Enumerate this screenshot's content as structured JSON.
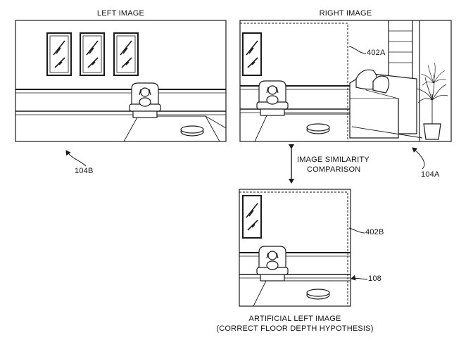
{
  "labels": {
    "left_title": "LEFT IMAGE",
    "right_title": "RIGHT IMAGE",
    "ref_104b": "104B",
    "ref_104a": "104A",
    "ref_402a": "402A",
    "ref_402b": "402B",
    "ref_108": "108",
    "comparison_line1": "IMAGE SIMILARITY",
    "comparison_line2": "COMPARISON",
    "artificial_line1": "ARTIFICIAL LEFT IMAGE",
    "artificial_line2": "(CORRECT FLOOR DEPTH HYPOTHESIS)"
  },
  "colors": {
    "ink": "#1a1a1a",
    "background": "#ffffff"
  }
}
